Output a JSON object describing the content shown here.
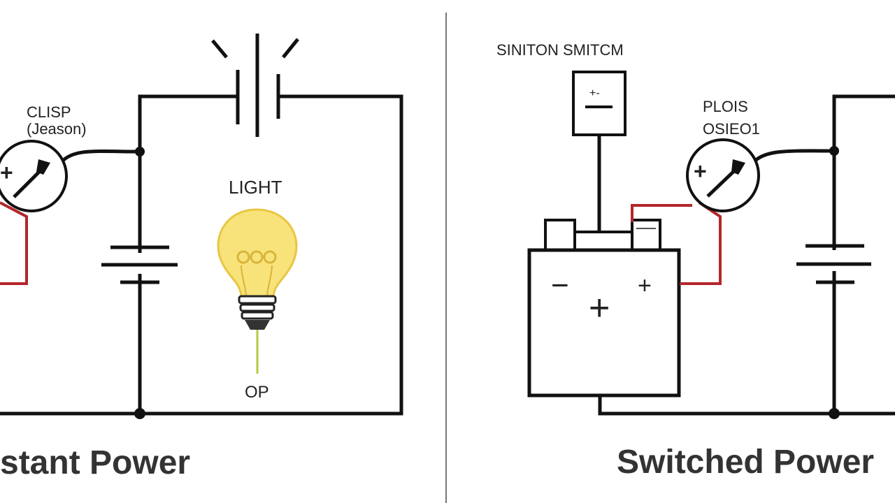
{
  "left_panel": {
    "gauge_label_line1": "CLISP",
    "gauge_label_line2": "(Jeason)",
    "gauge_plus": "+",
    "light_label": "LIGHT",
    "light_bottom_label": "OP",
    "caption": "stant Power"
  },
  "right_panel": {
    "switch_label": "SINITON SMITCM",
    "switch_symbol": "+-",
    "gauge_label_line1": "PLOIS",
    "gauge_label_line2": "OSIEO1",
    "gauge_plus": "+",
    "battery_minus": "−",
    "battery_plus_large": "+",
    "battery_plus_small": "+",
    "caption": "Switched Power"
  },
  "colors": {
    "wire": "#111111",
    "red_wire": "#b3262b",
    "bulb_fill": "#f8e27a",
    "bulb_stroke": "#e8c642"
  }
}
